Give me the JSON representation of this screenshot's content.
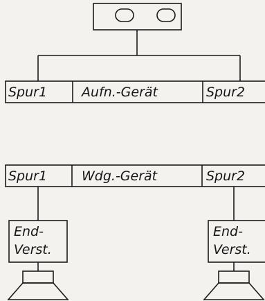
{
  "recorder": {
    "track1_label": "Spur1",
    "device_label": "Aufn.-Gerät",
    "track2_label": "Spur2"
  },
  "player": {
    "track1_label": "Spur1",
    "device_label": "Wdg.-Gerät",
    "track2_label": "Spur2"
  },
  "amplifiers": {
    "left_line1": "End-",
    "left_line2": "Verst.",
    "right_line1": "End-",
    "right_line2": "Verst."
  },
  "colors": {
    "ink": "#1b1b1b",
    "paper": "#f3f2ef"
  },
  "icons": {
    "source": "stereo-microphone-icon",
    "output": "loudspeaker-icon"
  }
}
